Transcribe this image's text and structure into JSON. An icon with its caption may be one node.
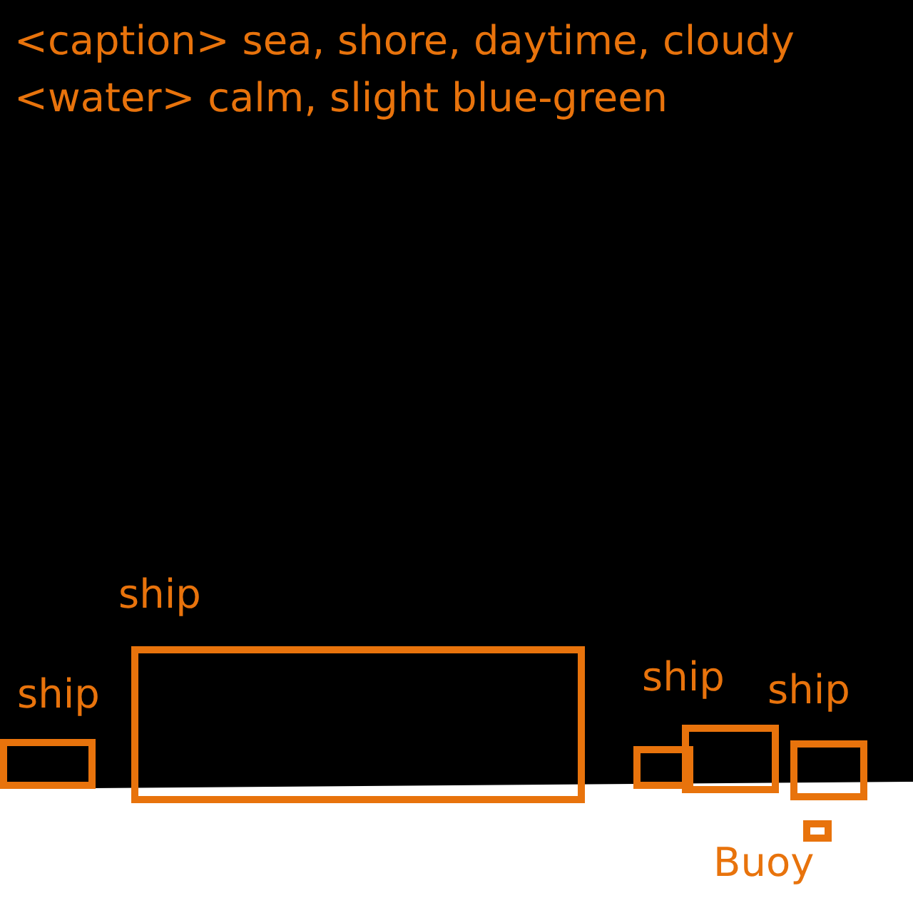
{
  "diagram": {
    "nodes": [
      {
        "text": [
          "ship"
        ]
      },
      {
        "text": [
          "ship"
        ]
      },
      {
        "text": [],
        "shape": "box"
      },
      {
        "text": [
          "ship"
        ]
      },
      {
        "text": [
          "ship"
        ]
      },
      {
        "text": [
          "Buoy"
        ]
      }
    ],
    "labels": [
      "<caption> sea, shore, daytime, cloudy",
      "<water> calm, slight blue-green"
    ]
  }
}
